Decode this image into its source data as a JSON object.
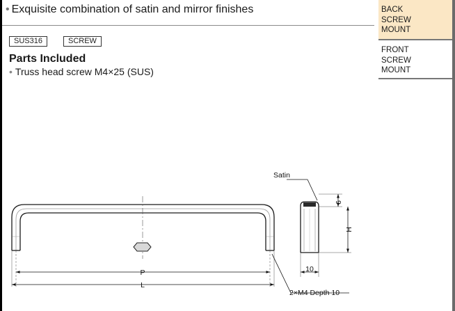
{
  "header": {
    "bullet": "•",
    "tagline": "Exquisite combination of satin and mirror finishes"
  },
  "badges": [
    "SUS316",
    "SCREW"
  ],
  "parts": {
    "title": "Parts Included",
    "bullet": "•",
    "item": "Truss head screw M4×25 (SUS)"
  },
  "mount_options": [
    {
      "lines": [
        "BACK",
        "SCREW",
        "MOUNT"
      ],
      "selected": true,
      "color": "#fbe7c5"
    },
    {
      "lines": [
        "FRONT",
        "SCREW",
        "MOUNT"
      ],
      "selected": false
    }
  ],
  "drawing": {
    "labels": {
      "satin": "Satin",
      "pitch": "P",
      "length": "L",
      "thread": "2×M4 Depth 10",
      "width": "10",
      "top": "6",
      "height": "H"
    }
  }
}
